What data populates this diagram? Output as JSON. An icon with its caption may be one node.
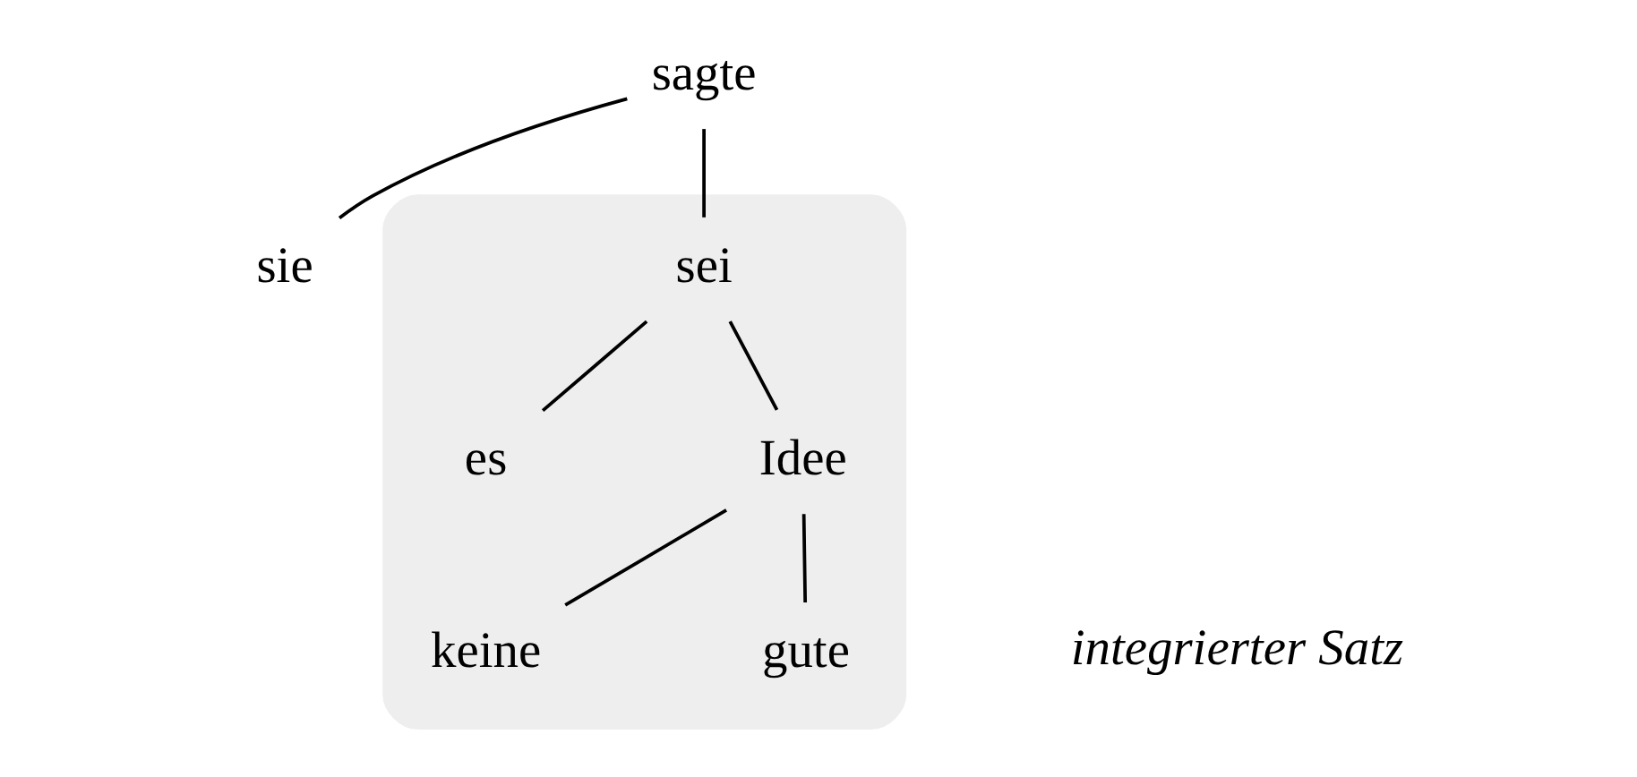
{
  "diagram": {
    "nodes": [
      {
        "text": [
          "sagte"
        ]
      },
      {
        "text": [
          "sie"
        ]
      },
      {
        "text": [],
        "shape": "ellipse"
      },
      {
        "text": [
          "sei"
        ],
        "in": 2
      },
      {
        "text": [
          "es"
        ],
        "in": 2
      },
      {
        "text": [
          "Idee"
        ],
        "in": 2
      },
      {
        "text": [
          "keine"
        ],
        "in": 2
      },
      {
        "text": [
          "gute"
        ],
        "in": 2
      }
    ],
    "edges": [
      {
        "from": 0,
        "to": 1,
        "arrow": "none"
      },
      {
        "from": 0,
        "to": 3,
        "arrow": "none"
      },
      {
        "from": 3,
        "to": 4,
        "arrow": "none"
      },
      {
        "from": 3,
        "to": 5,
        "arrow": "none"
      },
      {
        "from": 5,
        "to": 6,
        "arrow": "none"
      },
      {
        "from": 5,
        "to": 7,
        "arrow": "none"
      }
    ],
    "labels": [
      "integrierter Satz"
    ]
  }
}
